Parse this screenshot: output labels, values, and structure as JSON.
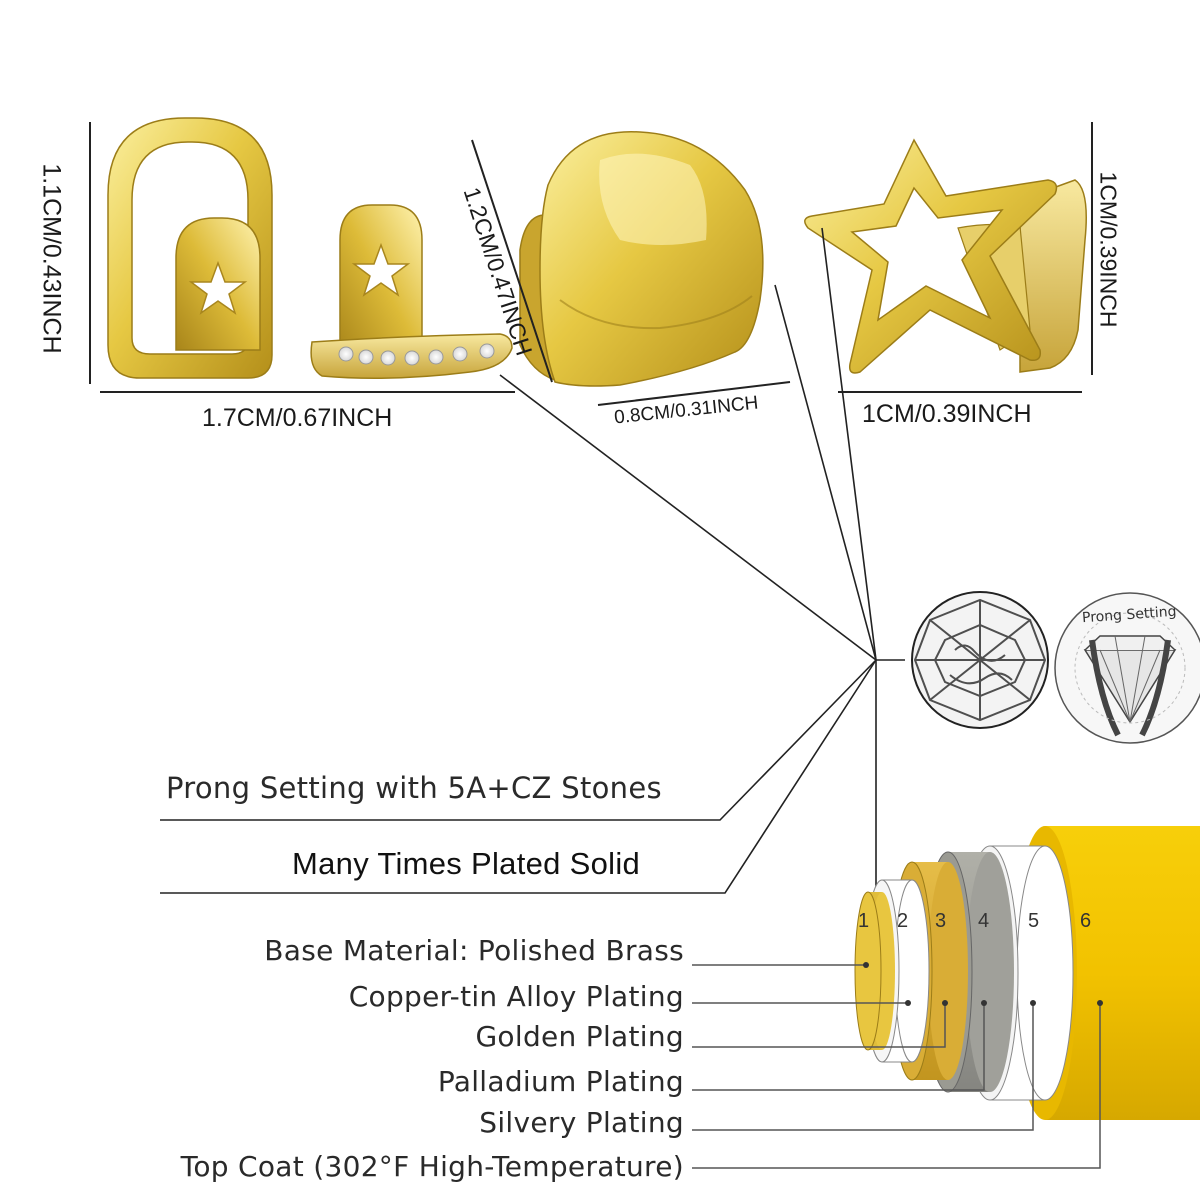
{
  "dimensions": {
    "item1_height": "1.1CM/0.43INCH",
    "item1_width": "1.7CM/0.67INCH",
    "item2_height": "1.2CM/0.47INCH",
    "item2_width": "0.8CM/0.31INCH",
    "item3_height": "1CM/0.39INCH",
    "item3_width": "1CM/0.39INCH"
  },
  "callouts": {
    "prong": "Prong Setting with 5A+CZ Stones",
    "plated": "Many Times Plated Solid",
    "prong_inset_title": "Prong Setting"
  },
  "layers": [
    {
      "num": "1",
      "label": "Base Material: Polished Brass",
      "color": "#e8c640"
    },
    {
      "num": "2",
      "label": "Copper-tin Alloy Plating",
      "color": "#ffffff"
    },
    {
      "num": "3",
      "label": "Golden Plating",
      "color": "#d9ad36"
    },
    {
      "num": "4",
      "label": "Palladium Plating",
      "color": "#9a9a92"
    },
    {
      "num": "5",
      "label": "Silvery Plating",
      "color": "#ffffff"
    },
    {
      "num": "6",
      "label": "Top Coat (302°F High-Temperature)",
      "color": "#f2c200"
    }
  ],
  "colors": {
    "gold_light": "#f4e27a",
    "gold_mid": "#e2c23c",
    "gold_dark": "#b8941c",
    "line": "#222222"
  }
}
